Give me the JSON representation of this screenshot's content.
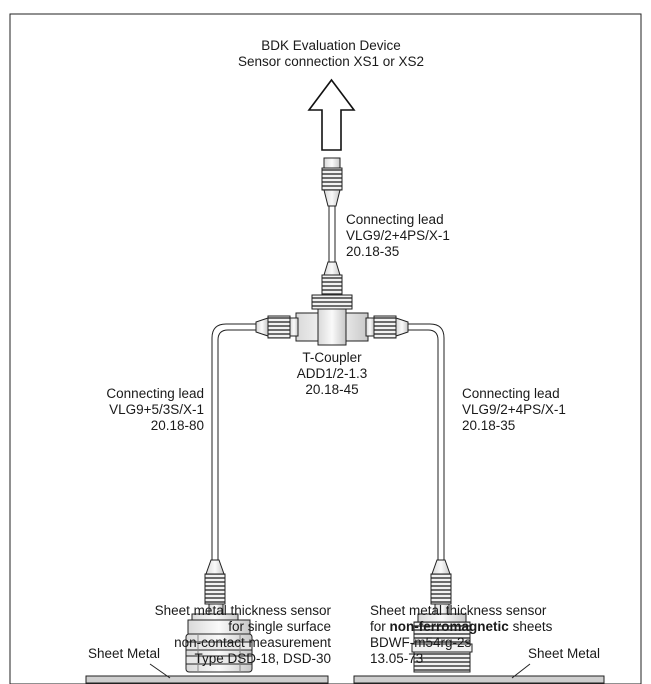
{
  "target": {
    "line1": "BDK Evaluation Device",
    "line2": "Sensor connection XS1 or XS2"
  },
  "top_lead": {
    "line1": "Connecting lead",
    "line2": "VLG9/2+4PS/X-1",
    "line3": "20.18-35"
  },
  "coupler": {
    "line1": "T-Coupler",
    "line2": "ADD1/2-1.3",
    "line3": "20.18-45"
  },
  "left_lead": {
    "line1": "Connecting lead",
    "line2": "VLG9+5/3S/X-1",
    "line3": "20.18-80"
  },
  "right_lead": {
    "line1": "Connecting lead",
    "line2": "VLG9/2+4PS/X-1",
    "line3": "20.18-35"
  },
  "sheet_left_label": "Sheet Metal",
  "sheet_right_label": "Sheet Metal",
  "left_sensor": {
    "line1": "Sheet metal thickness sensor",
    "line2": "for single surface",
    "line3": "non-contact measurement",
    "line4": "Type DSD-18, DSD-30"
  },
  "right_sensor": {
    "line1": "Sheet metal thickness sensor",
    "line2_prefix": "for",
    "line2_bold": "non-ferromagnetic",
    "line2_suffix": "sheets",
    "line3": "BDWF-m54rg-2s",
    "line4": "13.05-73"
  }
}
